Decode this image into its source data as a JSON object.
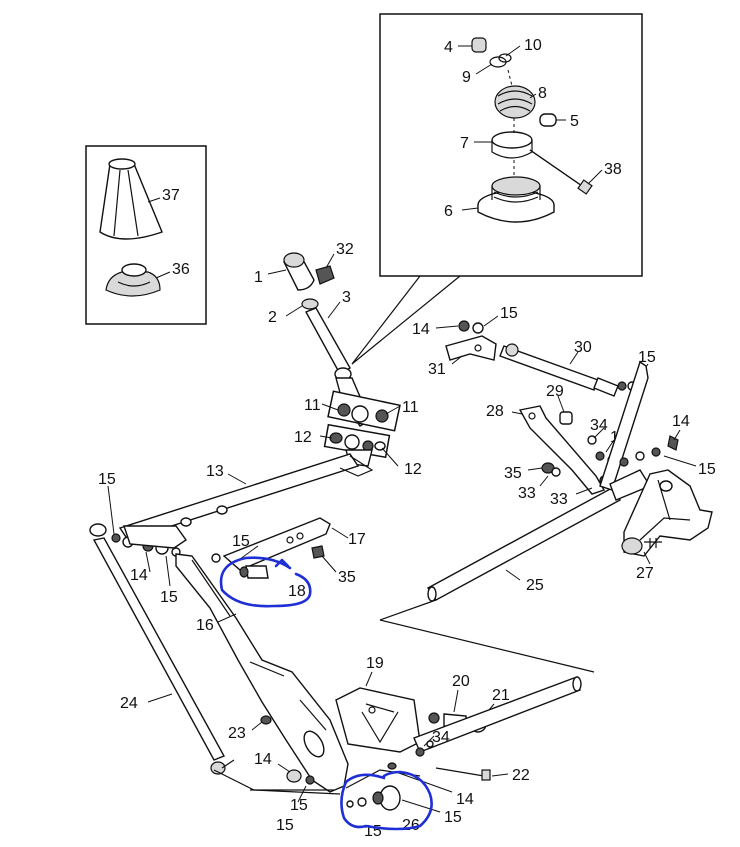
{
  "callouts": {
    "c1": "1",
    "c2": "2",
    "c3": "3",
    "c4": "4",
    "c5": "5",
    "c6": "6",
    "c7": "7",
    "c8": "8",
    "c9": "9",
    "c10": "10",
    "c11a": "11",
    "c11b": "11",
    "c12a": "12",
    "c12b": "12",
    "c13": "13",
    "c14a": "14",
    "c14b": "14",
    "c14c": "14",
    "c14d": "14",
    "c14e": "14",
    "c15a": "15",
    "c15b": "15",
    "c15c": "15",
    "c15d": "15",
    "c15e": "15",
    "c15f": "15",
    "c15g": "15",
    "c15h": "15",
    "c15i": "15",
    "c15j": "15",
    "c16": "16",
    "c17": "17",
    "c18": "18",
    "c19": "19",
    "c20": "20",
    "c21": "21",
    "c22": "22",
    "c23": "23",
    "c24": "24",
    "c25": "25",
    "c26": "26",
    "c27": "27",
    "c28": "28",
    "c29": "29",
    "c30": "30",
    "c31": "31",
    "c32": "32",
    "c33a": "33",
    "c33b": "33",
    "c34a": "34",
    "c34b": "34",
    "c35a": "35",
    "c35b": "35",
    "c36": "36",
    "c37": "37",
    "c38": "38"
  },
  "colors": {
    "ink": "#111111",
    "annotation_pen": "#1f2fd6",
    "shade": "#d9d9d9"
  }
}
